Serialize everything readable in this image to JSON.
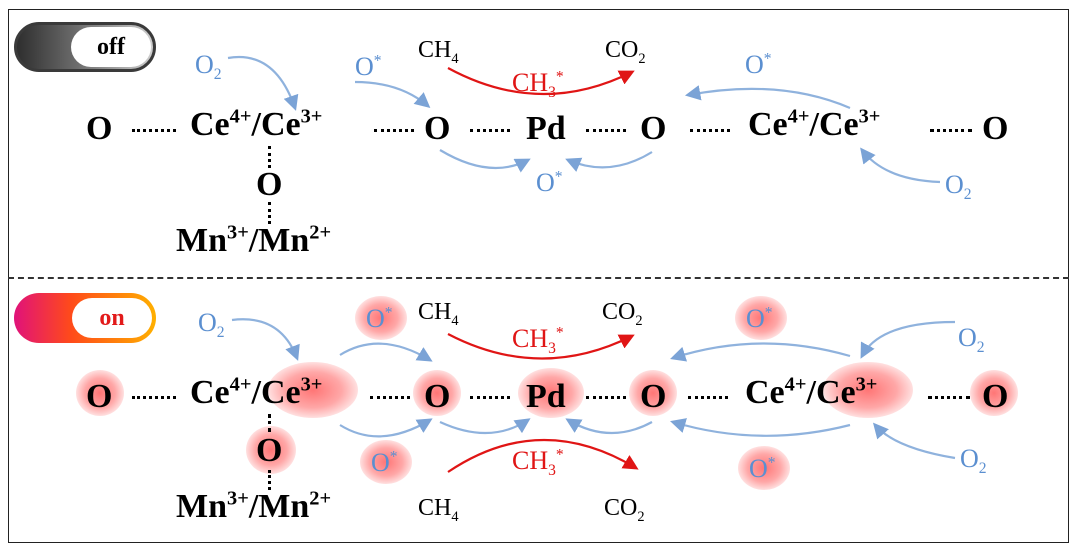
{
  "toggle_off": {
    "label": "off"
  },
  "toggle_on": {
    "label": "on"
  },
  "species": {
    "o": "O",
    "pd": "Pd",
    "ce_ion_1": "Ce",
    "ce_charge_1": "4+",
    "slash": "/",
    "ce_ion_2": "Ce",
    "ce_charge_2": "3+",
    "mn_ion_1": "Mn",
    "mn_charge_1": "3+",
    "mn_ion_2": "Mn",
    "mn_charge_2": "2+",
    "o2_base": "O",
    "o2_sub": "2",
    "ostar_base": "O",
    "ostar_sup": "*",
    "ch4_base": "CH",
    "ch4_sub": "4",
    "co2_base": "CO",
    "co2_sub": "2",
    "ch3_base": "CH",
    "ch3_sub": "3",
    "ch3_sup": "*"
  },
  "colors": {
    "blue_arrow": "#7ba3d6",
    "red_arrow": "#e01515",
    "glow": "#ff7070"
  }
}
